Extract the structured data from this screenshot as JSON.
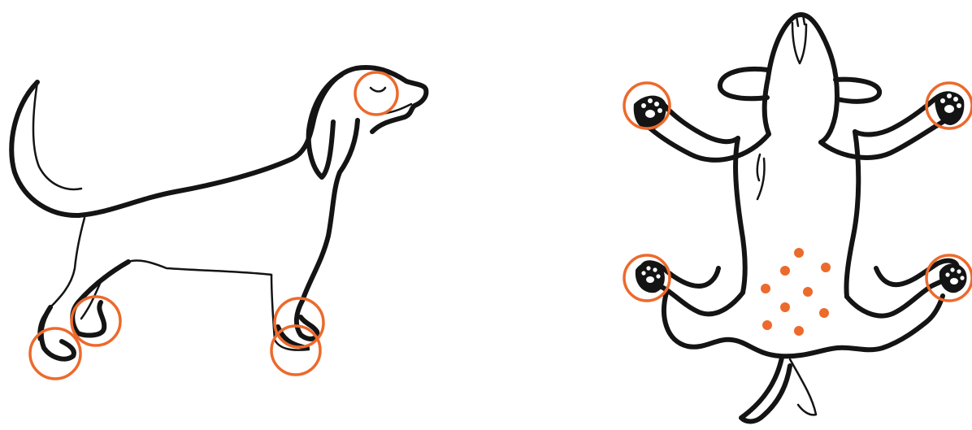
{
  "colors": {
    "outline": "#141414",
    "highlight": "#EC6A2C",
    "background": "#ffffff"
  },
  "figures": {
    "side_view": {
      "icon": "dog-side-view-icon",
      "highlighted_areas": [
        "head",
        "front-paw-upper",
        "front-paw-lower",
        "hind-paw-upper",
        "hind-paw-lower"
      ]
    },
    "belly_view": {
      "icon": "dog-belly-up-icon",
      "highlighted_areas": [
        "front-left-paw",
        "front-right-paw",
        "hind-left-paw",
        "hind-right-paw"
      ],
      "belly_dot_count": 9
    }
  }
}
